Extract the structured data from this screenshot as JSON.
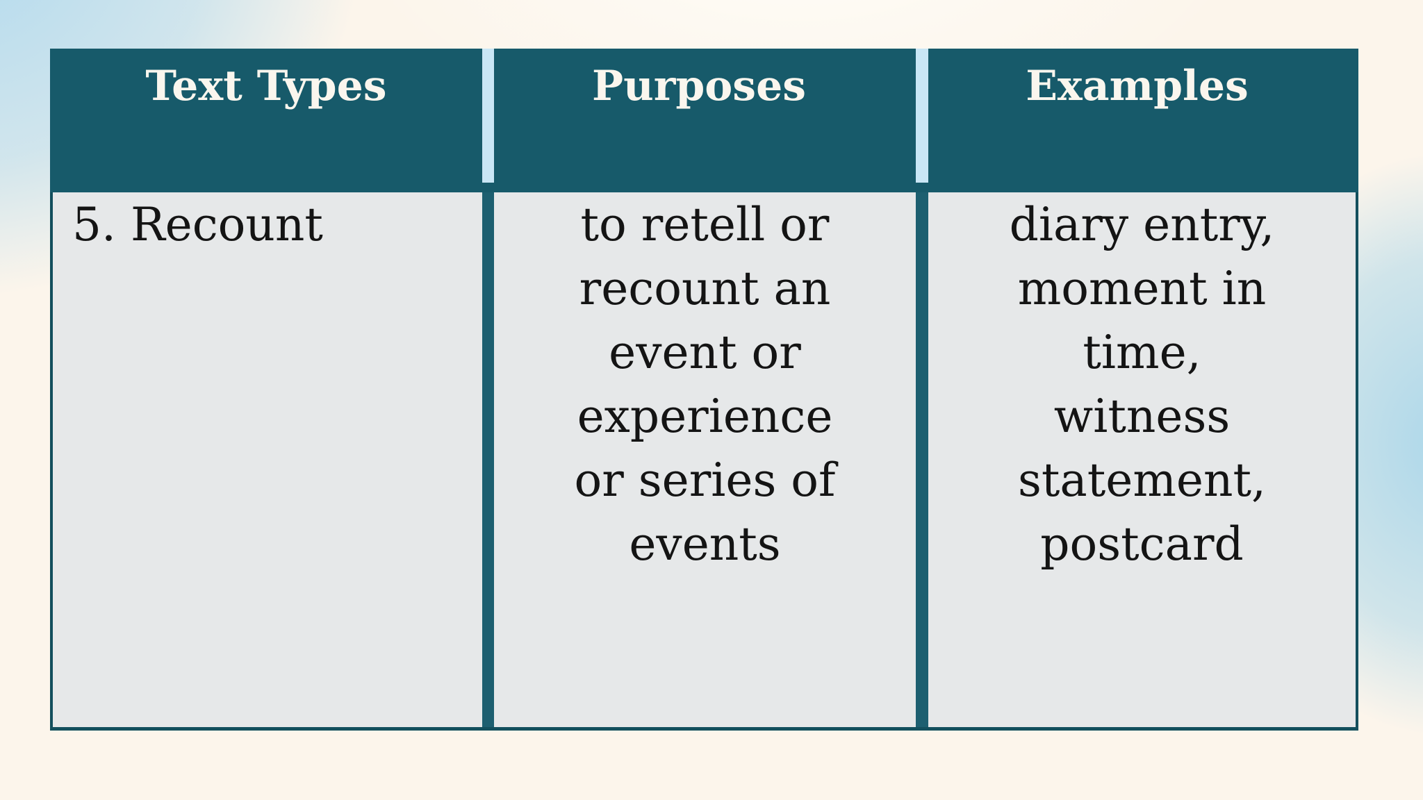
{
  "table": {
    "header": {
      "col1": "Text Types",
      "col2": "Purposes",
      "col3": "Examples"
    },
    "row": {
      "text_type": "5. Recount",
      "purpose_lines": [
        "to retell or",
        "recount an",
        "event or",
        "experience",
        "or series of",
        "events"
      ],
      "example_lines": [
        "diary entry,",
        "moment in",
        "time,",
        "witness",
        "statement,",
        "postcard"
      ]
    }
  },
  "colors": {
    "header_teal": "#175A6A",
    "header_separator_light_blue": "#C9E6F5",
    "body_separator_teal": "#1D5F70",
    "body_cell_gray": "#E6E8E9",
    "outer_border_teal": "#134F5D",
    "header_text": "#FAF6EE",
    "body_text": "#141414",
    "background_cream": "#FCF5EB",
    "background_blue_wash": "#ADD8EE"
  }
}
